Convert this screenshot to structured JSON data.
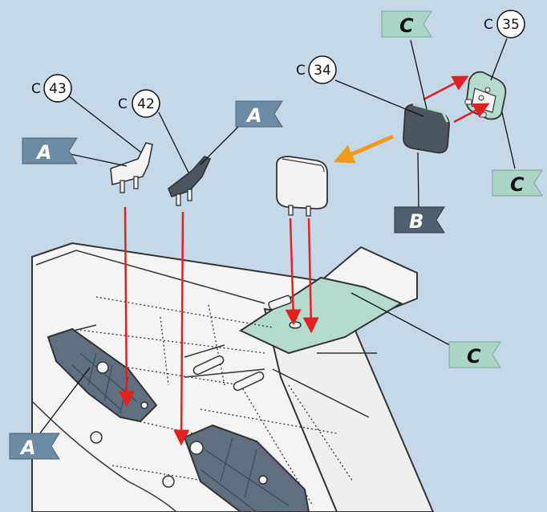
{
  "colors": {
    "background": "#c5d8ea",
    "flag_a": "#6d8aa3",
    "flag_b": "#4f5f6f",
    "flag_c": "#a9d6c6",
    "part_dark": "#4c5661",
    "part_light": "#f3f3f3",
    "part_green": "#b3dccd",
    "arrow_red": "#e32020",
    "arrow_orange": "#f29a1a",
    "wing": "#f4f4f4",
    "bay": "#5f6f80"
  },
  "callouts": [
    {
      "id": "c43",
      "prefix": "C",
      "number": "43"
    },
    {
      "id": "c42",
      "prefix": "C",
      "number": "42"
    },
    {
      "id": "c34",
      "prefix": "C",
      "number": "34"
    },
    {
      "id": "c35",
      "prefix": "C",
      "number": "35"
    }
  ],
  "flags": [
    {
      "id": "flag-a-left",
      "letter": "A",
      "kind": "a"
    },
    {
      "id": "flag-a-mid",
      "letter": "A",
      "kind": "a"
    },
    {
      "id": "flag-a-bottom",
      "letter": "A",
      "kind": "a"
    },
    {
      "id": "flag-b",
      "letter": "B",
      "kind": "b"
    },
    {
      "id": "flag-c-top",
      "letter": "C",
      "kind": "c"
    },
    {
      "id": "flag-c-right",
      "letter": "C",
      "kind": "c"
    },
    {
      "id": "flag-c-wing",
      "letter": "C",
      "kind": "c"
    }
  ]
}
